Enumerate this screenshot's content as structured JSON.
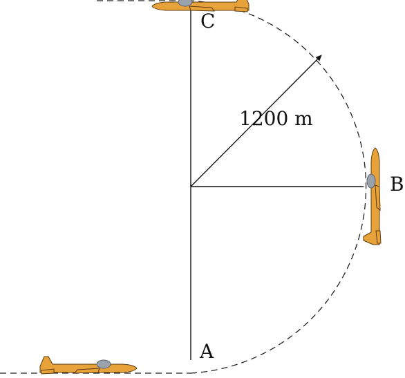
{
  "labels": {
    "point_a": "A",
    "point_b": "B",
    "point_c": "C",
    "radius": "1200 m"
  },
  "colors": {
    "plane_body": "#E8A23A",
    "plane_outline": "#5a3a10",
    "canopy": "#9aa3ad",
    "lines": "#111111"
  },
  "icons": {
    "plane": "jet-airplane-icon"
  }
}
